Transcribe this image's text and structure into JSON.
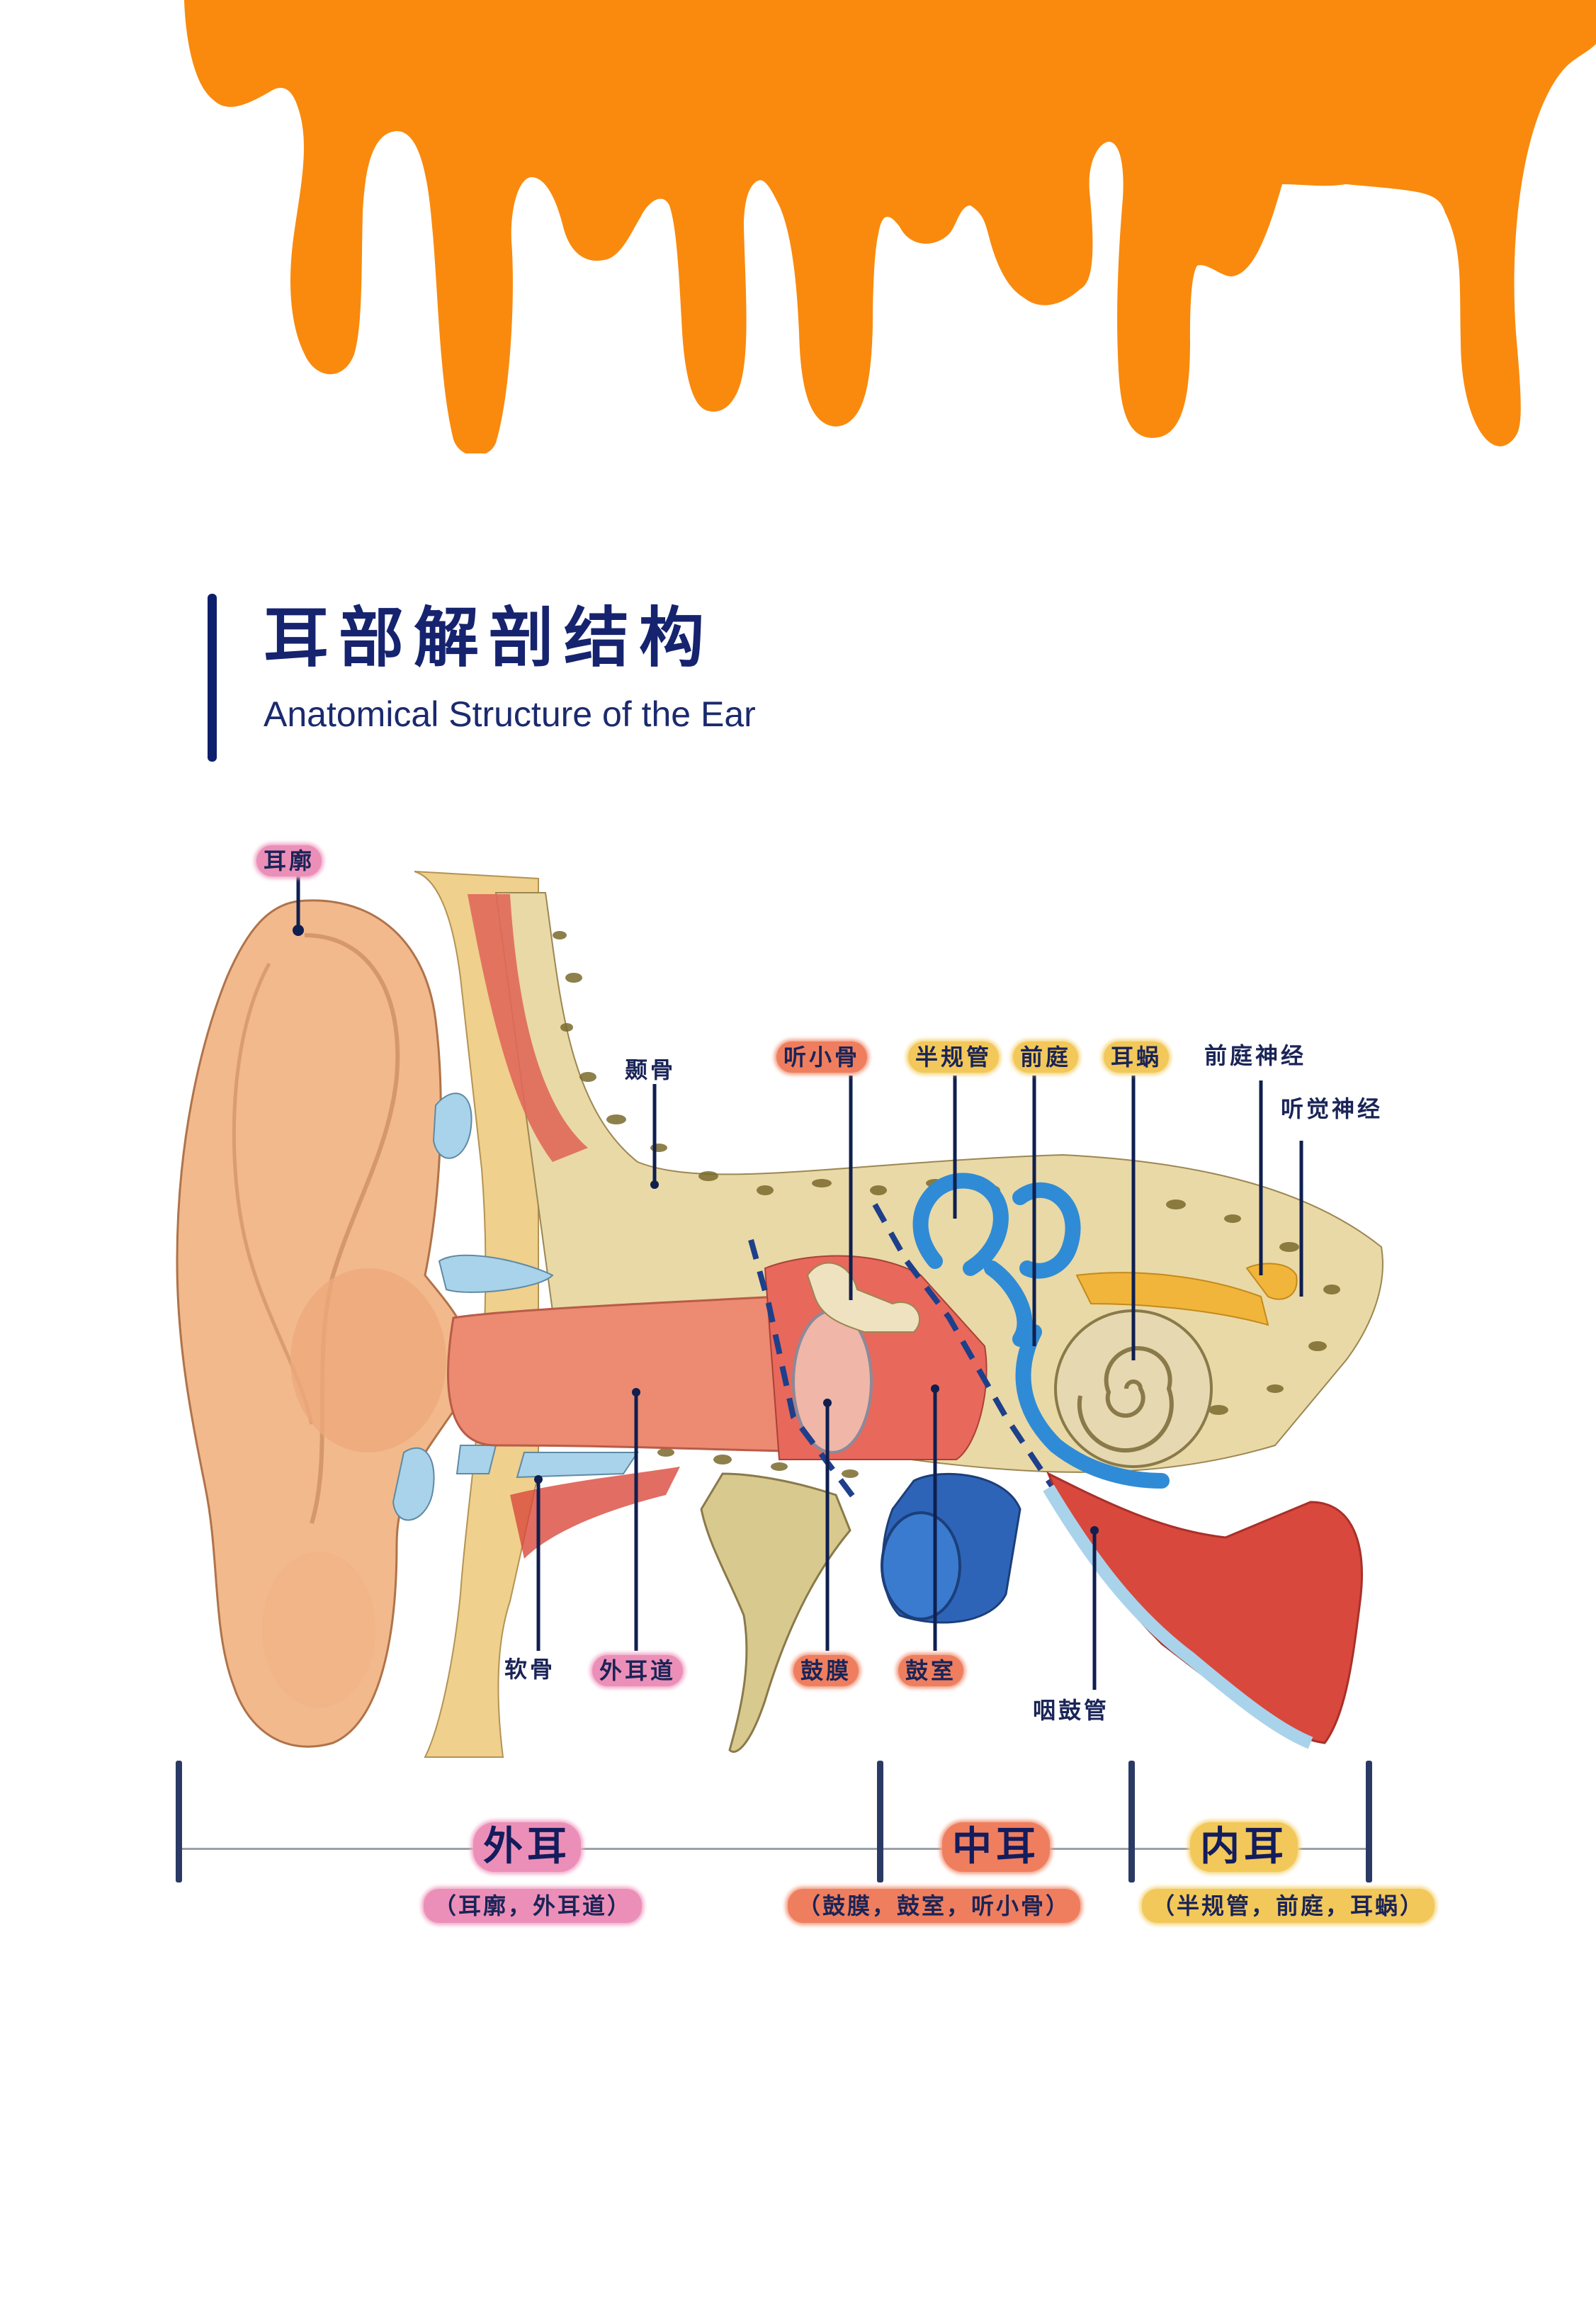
{
  "header": {
    "decoration": "orange-paint-drip",
    "color": "#F98A0E"
  },
  "title": {
    "chinese": "耳部解剖结构",
    "english": "Anatomical Structure of the Ear",
    "accent_color": "#0d1f6b"
  },
  "diagram": {
    "labels": {
      "auricle": "耳廓",
      "temporal_bone": "颞骨",
      "ossicles": "听小骨",
      "semicircular_canals": "半规管",
      "vestibule": "前庭",
      "cochlea": "耳蜗",
      "vestibular_nerve": "前庭神经",
      "auditory_nerve": "听觉神经",
      "cartilage": "软骨",
      "external_auditory_canal": "外耳道",
      "tympanic_membrane": "鼓膜",
      "tympanic_cavity": "鼓室",
      "eustachian_tube": "咽鼓管"
    },
    "colors": {
      "skin": "#F2B98C",
      "canal": "#EC8A72",
      "bone": "#E9D9A6",
      "bone_pores": "#7A6A2C",
      "cartilage_blue": "#A9D3EA",
      "labyrinth_blue": "#2F8BD6",
      "vessel_blue": "#2E64B8",
      "muscle_red": "#D9483C",
      "nerve_yellow": "#F0B53A",
      "leader_line": "#0f1f4f"
    }
  },
  "sections": [
    {
      "title": "外耳",
      "subtitle": "（耳廓，外耳道）",
      "color": "#ec8fb8"
    },
    {
      "title": "中耳",
      "subtitle": "（鼓膜，鼓室，听小骨）",
      "color": "#ef7e5f"
    },
    {
      "title": "内耳",
      "subtitle": "（半规管，前庭，耳蜗）",
      "color": "#f2c85a"
    }
  ]
}
